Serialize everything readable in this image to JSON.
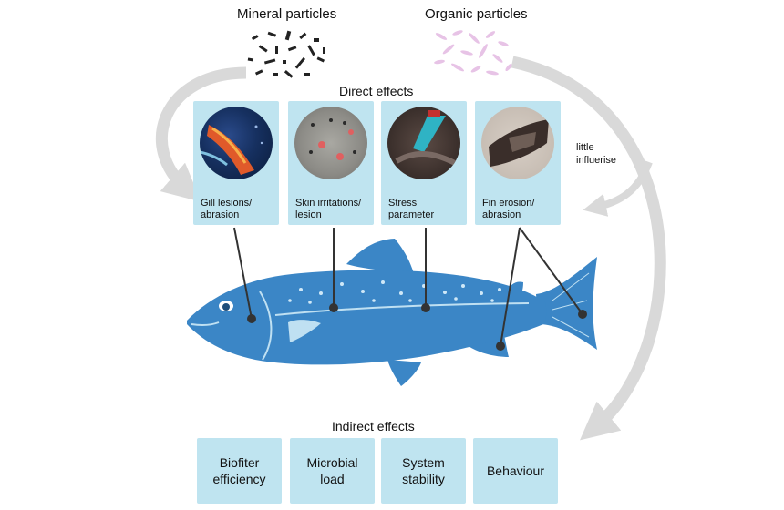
{
  "sources": {
    "mineral": "Mineral particles",
    "organic": "Organic particles"
  },
  "direct_effects": {
    "title": "Direct effects",
    "cards": [
      {
        "label": "Gill lesions/\nabrasion",
        "icon": "gill-photo"
      },
      {
        "label": "Skin irritations/\nlesion",
        "icon": "skin-photo"
      },
      {
        "label": "Stress parameter",
        "icon": "blood-sample-photo"
      },
      {
        "label": "Fin erosion/\nabrasion",
        "icon": "fin-photo"
      }
    ]
  },
  "side_note": "little\ninfluerise",
  "indirect_effects": {
    "title": "Indirect effects",
    "boxes": [
      {
        "label": "Biofiter\nefficiency"
      },
      {
        "label": "Microbial\nload"
      },
      {
        "label": "System\nstability"
      },
      {
        "label": "Behaviour"
      }
    ]
  },
  "colors": {
    "card_bg": "#bfe4f0",
    "fish_body": "#3b86c6",
    "arrow": "#d9d9d9",
    "mineral_particle": "#222222",
    "organic_particle": "#e7c3e6"
  }
}
